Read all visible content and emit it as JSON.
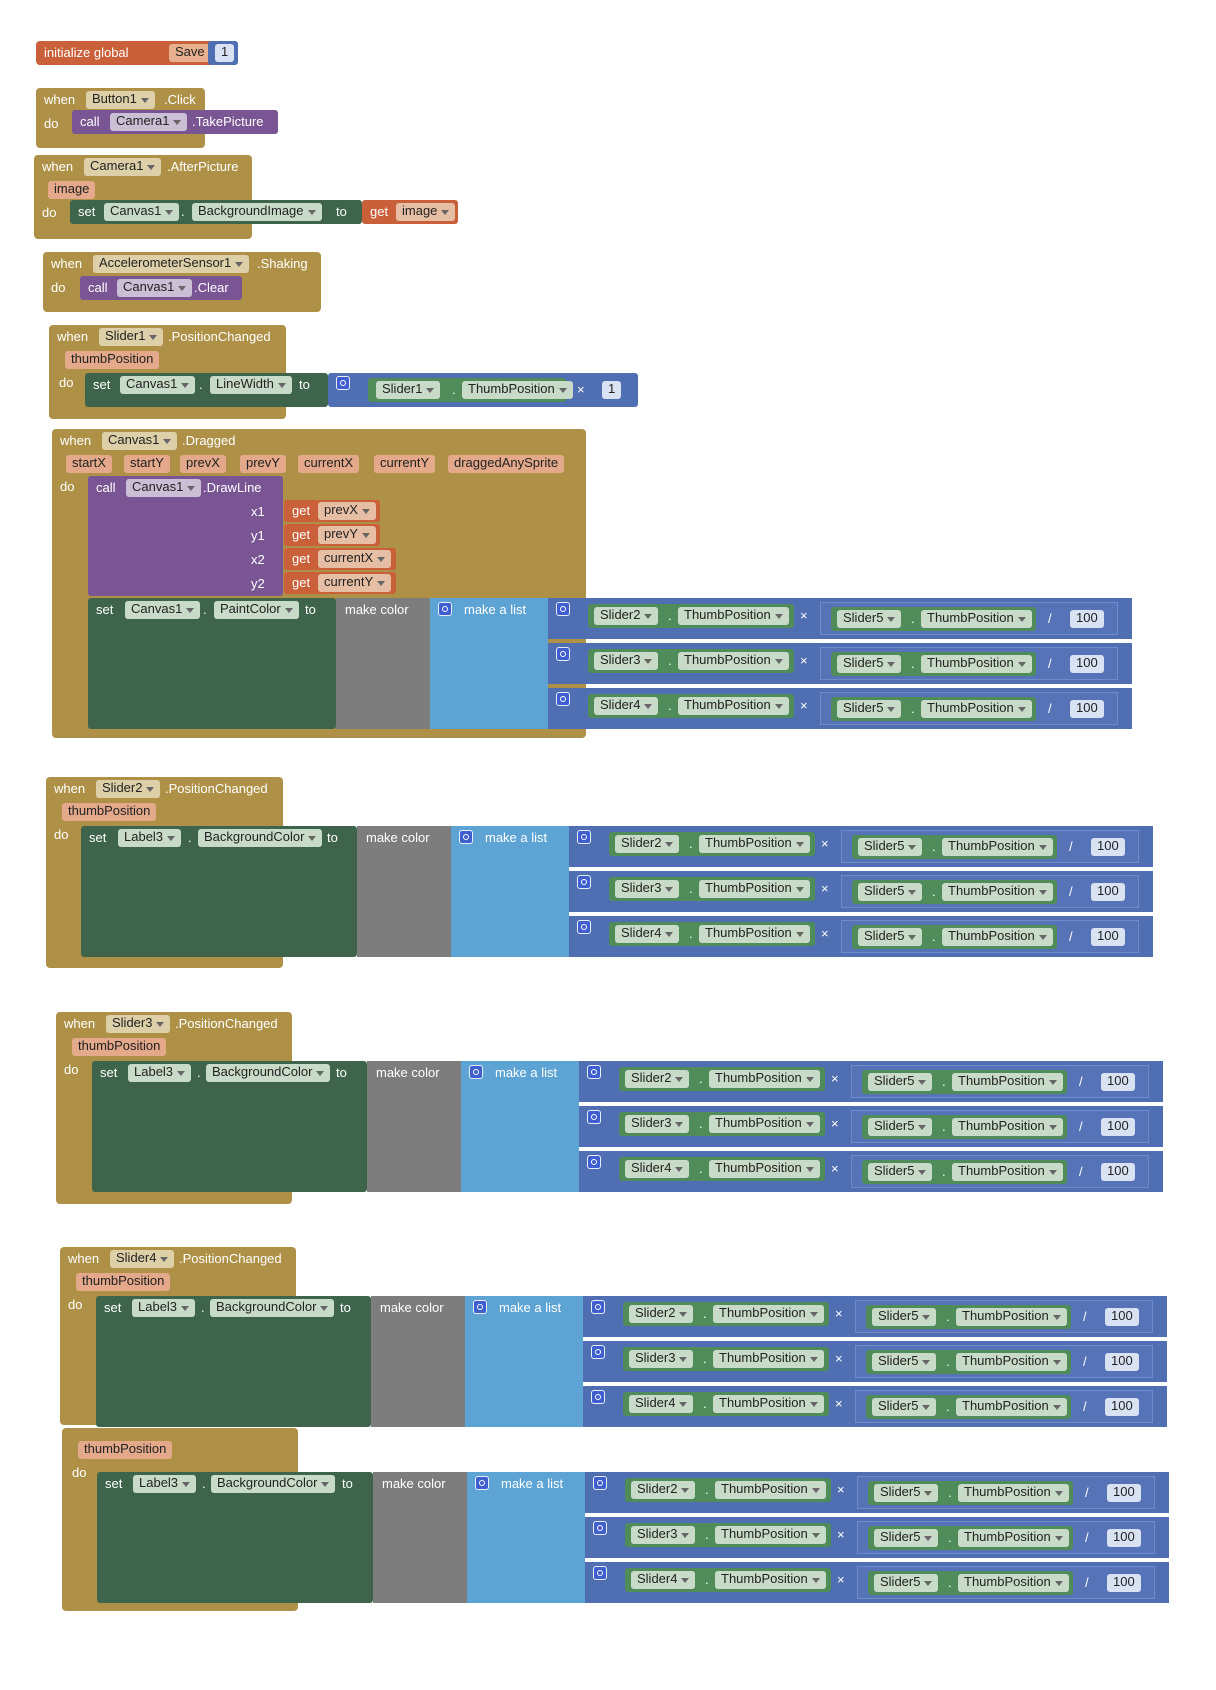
{
  "words": {
    "when": "when",
    "do": "do",
    "call": "call",
    "set": "set",
    "to": "to",
    "get": "get",
    "dot": ".",
    "initialize_global": "initialize global",
    "make_color": "make color",
    "make_a_list": "make a list",
    "times": "×",
    "divide": "/",
    "x1": "x1",
    "y1": "y1",
    "x2": "x2",
    "y2": "y2"
  },
  "blocks": {
    "global": {
      "name": "Save",
      "value": "1"
    },
    "b1": {
      "component": "Button1",
      "event": ".Click",
      "call_component": "Camera1",
      "method": ".TakePicture"
    },
    "b2": {
      "component": "Camera1",
      "event": ".AfterPicture",
      "param": "image",
      "set_component": "Canvas1",
      "property": "BackgroundImage",
      "get_var": "image"
    },
    "b3": {
      "component": "AccelerometerSensor1",
      "event": ".Shaking",
      "call_component": "Canvas1",
      "method": ".Clear"
    },
    "b4": {
      "component": "Slider1",
      "event": ".PositionChanged",
      "param": "thumbPosition",
      "set_component": "Canvas1",
      "property": "LineWidth",
      "mult_component": "Slider1",
      "mult_property": "ThumbPosition",
      "mult_value": "1"
    },
    "b5": {
      "component": "Canvas1",
      "event": ".Dragged",
      "params": [
        "startX",
        "startY",
        "prevX",
        "prevY",
        "currentX",
        "currentY",
        "draggedAnySprite"
      ],
      "call_component": "Canvas1",
      "method": ".DrawLine",
      "args": [
        "prevX",
        "prevY",
        "currentX",
        "currentY"
      ],
      "set_component": "Canvas1",
      "property": "PaintColor"
    },
    "b6": {
      "component": "Slider2",
      "event": ".PositionChanged",
      "param": "thumbPosition",
      "set_component": "Label3",
      "property": "BackgroundColor"
    },
    "b7": {
      "component": "Slider3",
      "event": ".PositionChanged",
      "param": "thumbPosition",
      "set_component": "Label3",
      "property": "BackgroundColor"
    },
    "b8": {
      "component": "Slider4",
      "event": ".PositionChanged",
      "param": "thumbPosition",
      "set_component": "Label3",
      "property": "BackgroundColor"
    },
    "b9": {
      "param": "thumbPosition",
      "set_component": "Label3",
      "property": "BackgroundColor"
    }
  },
  "color_rows": [
    {
      "slider": "Slider2",
      "prop": "ThumbPosition",
      "div_slider": "Slider5",
      "div_prop": "ThumbPosition",
      "div_value": "100"
    },
    {
      "slider": "Slider3",
      "prop": "ThumbPosition",
      "div_slider": "Slider5",
      "div_prop": "ThumbPosition",
      "div_value": "100"
    },
    {
      "slider": "Slider4",
      "prop": "ThumbPosition",
      "div_slider": "Slider5",
      "div_prop": "ThumbPosition",
      "div_value": "100"
    }
  ]
}
